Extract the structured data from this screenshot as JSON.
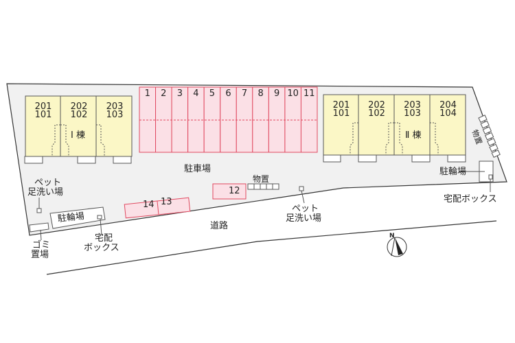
{
  "colors": {
    "lot": "#f1f1f1",
    "building": "#fbf7c6",
    "parking": "#fbe0e6",
    "parking_border": "#e0485f"
  },
  "building1": {
    "label": "Ⅰ 棟",
    "units": [
      {
        "upper": "201",
        "lower": "101"
      },
      {
        "upper": "202",
        "lower": "102"
      },
      {
        "upper": "203",
        "lower": "103"
      }
    ]
  },
  "building2": {
    "label": "Ⅱ 棟",
    "units": [
      {
        "upper": "201",
        "lower": "101"
      },
      {
        "upper": "202",
        "lower": "102"
      },
      {
        "upper": "203",
        "lower": "103"
      },
      {
        "upper": "204",
        "lower": "104"
      }
    ]
  },
  "parking": {
    "label": "駐車場",
    "spaces": [
      "1",
      "2",
      "3",
      "4",
      "5",
      "6",
      "7",
      "8",
      "9",
      "10",
      "11"
    ],
    "space12": "12",
    "space13": "13",
    "space14": "14"
  },
  "labels": {
    "storage_center": "物置",
    "storage_right": "物置",
    "pet_left_1": "ペット",
    "pet_left_2": "足洗い場",
    "pet_right_1": "ペット",
    "pet_right_2": "足洗い場",
    "bike_left": "駐輪場",
    "bike_right": "駐輪場",
    "delivery_left_1": "宅配",
    "delivery_left_2": "ボックス",
    "delivery_right": "宅配ボックス",
    "garbage_1": "ゴミ",
    "garbage_2": "置場",
    "road": "道路",
    "north": "N"
  }
}
